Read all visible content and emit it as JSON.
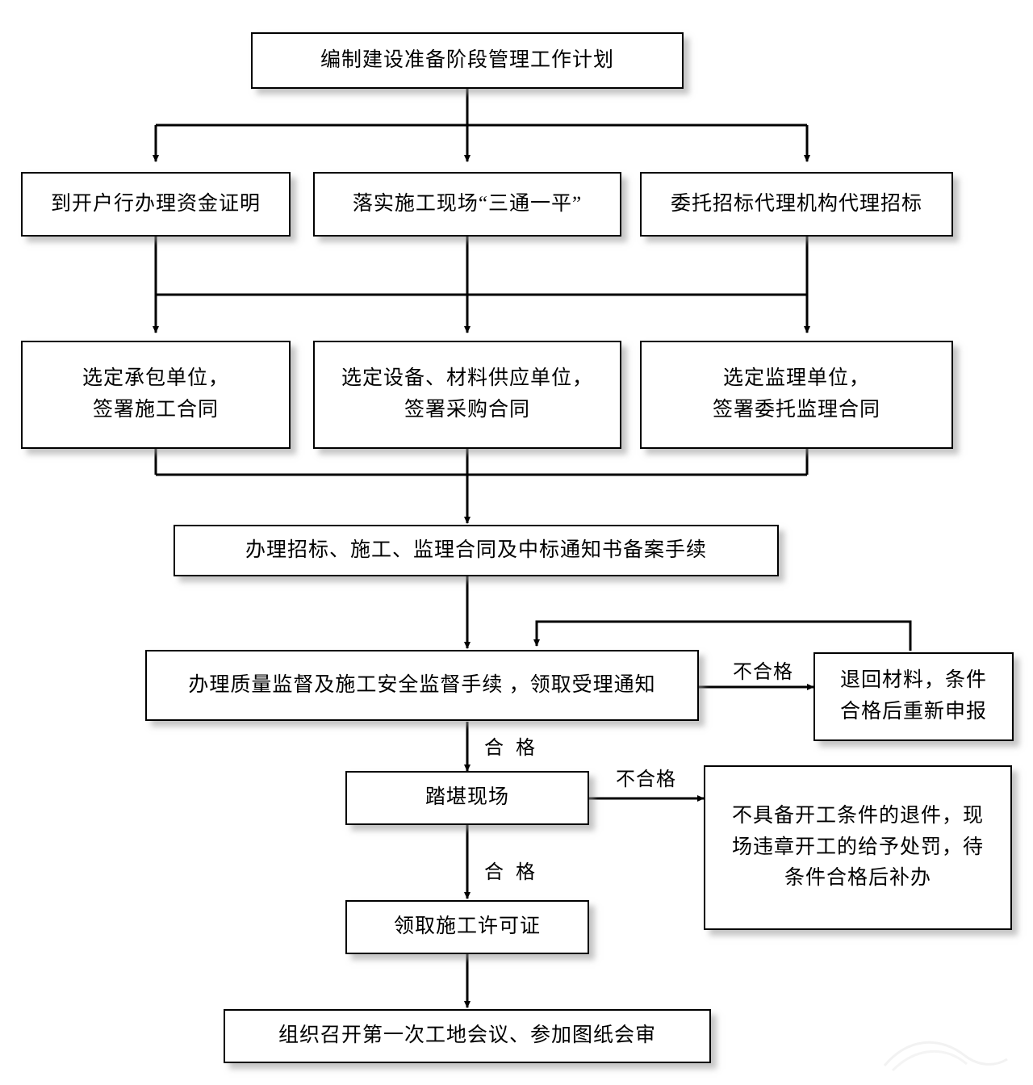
{
  "diagram": {
    "title_node": {
      "text": "编制建设准备阶段管理工作计划"
    },
    "row2": [
      {
        "text": "到开户行办理资金证明"
      },
      {
        "text": "落实施工现场“三通一平”"
      },
      {
        "text": "委托招标代理机构代理招标"
      }
    ],
    "row3": [
      {
        "text": "选定承包单位，\n签署施工合同"
      },
      {
        "text": "选定设备、材料供应单位，\n签署采购合同"
      },
      {
        "text": "选定监理单位，\n签署委托监理合同"
      }
    ],
    "record_node": {
      "text": "办理招标、施工、监理合同及中标通知书备案手续"
    },
    "supervise_node": {
      "text": "办理质量监督及施工安全监督手续 ，领取受理通知"
    },
    "return_node": {
      "text": "退回材料，条件\n合格后重新申报"
    },
    "site_node": {
      "text": "踏堪现场"
    },
    "penalty_node": {
      "text": "不具备开工条件的退件，现\n场违章开工的给予处罚，待\n条件合格后补办"
    },
    "permit_node": {
      "text": "领取施工许可证"
    },
    "meeting_node": {
      "text": "组织召开第一次工地会议、参加图纸会审"
    },
    "labels": {
      "fail_1": "不合格",
      "fail_2": "不合格",
      "pass_1": "合  格",
      "pass_2": "合  格"
    },
    "colors": {
      "stroke": "#000000",
      "fill": "#ffffff",
      "shadow": "#969696"
    }
  }
}
